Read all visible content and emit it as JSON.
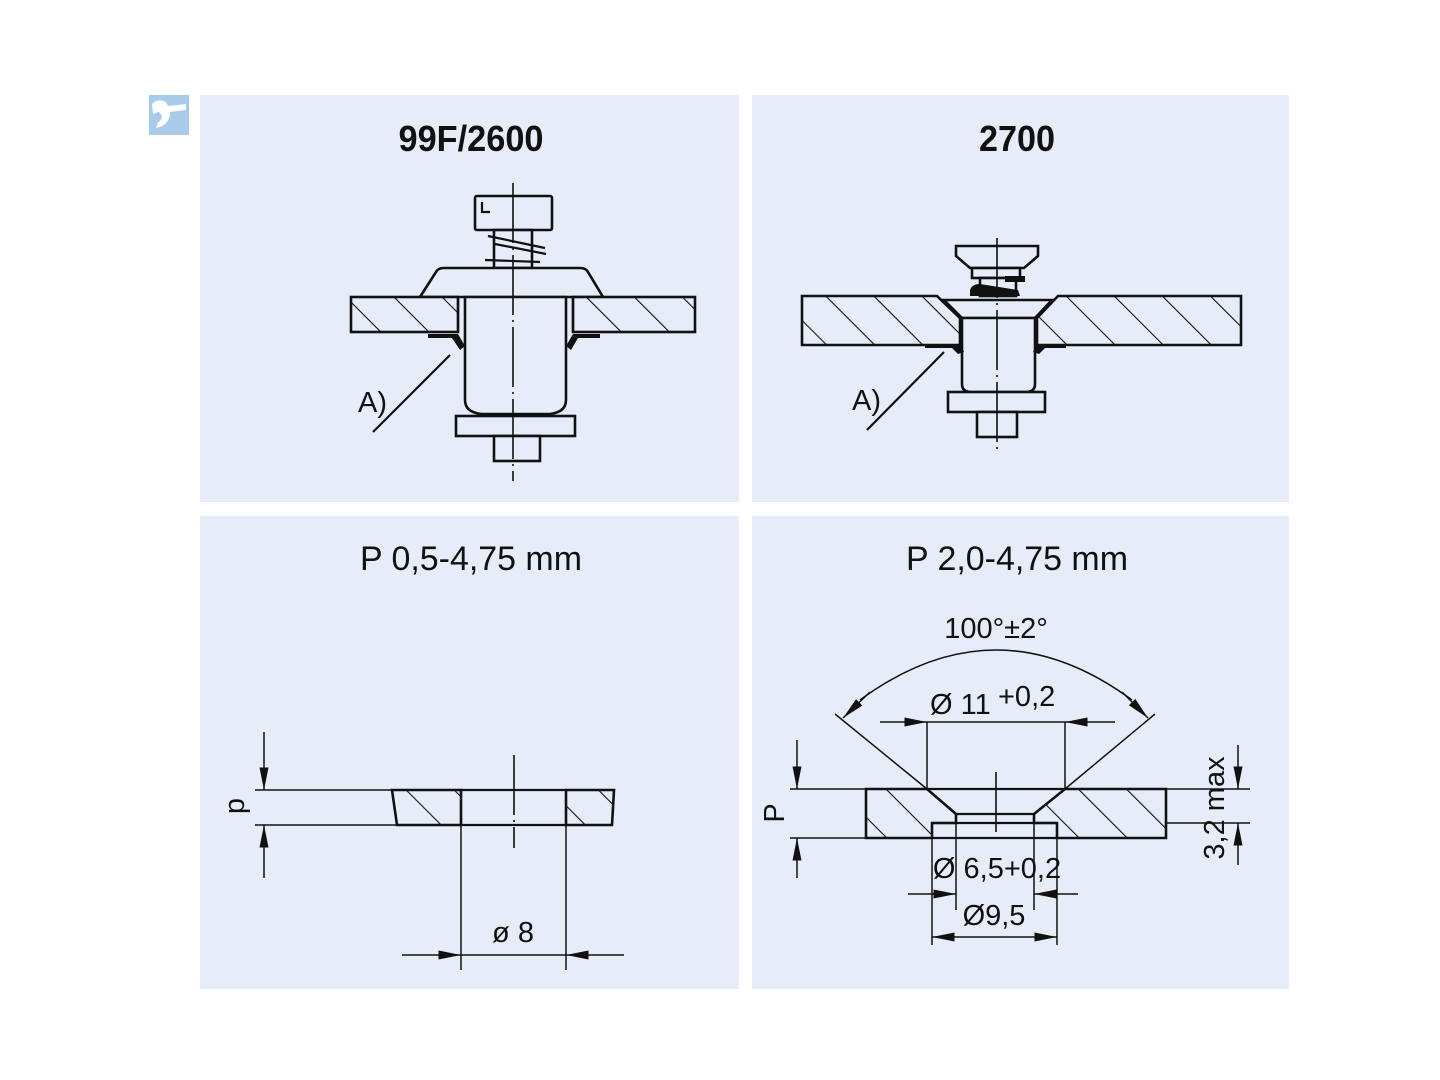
{
  "colors": {
    "panel_bg": "#e6ecf8",
    "logo_bg": "#a9cbe9",
    "line": "#111111"
  },
  "logo": {
    "icon": "wrench-icon"
  },
  "panels": [
    {
      "title": "99F/2600",
      "callout": "A)"
    },
    {
      "title": "2700",
      "callout": "A)"
    },
    {
      "title": "P 0,5-4,75 mm",
      "thickness_label": "p",
      "hole_dim": "ø 8"
    },
    {
      "title": "P 2,0-4,75 mm",
      "thickness_label": "P",
      "angle_dim": "100°±2°",
      "countersink_dim": "Ø 11",
      "countersink_tol": "+0,2",
      "hole_dim": "Ø 6,5+0,2",
      "counterbore_dim": "Ø9,5",
      "depth_dim": "3,2 max"
    }
  ]
}
